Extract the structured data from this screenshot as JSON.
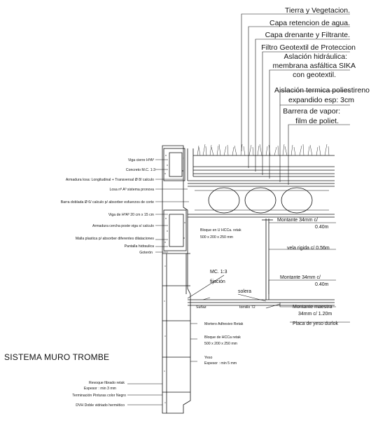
{
  "title": "SISTEMA MURO TROMBE",
  "labels_right": [
    "Tierra y Vegetacion.",
    "Capa retencion de agua.",
    "Capa drenante y Filtrante.",
    "Filtro Geotextil de Proteccion",
    "Aslación hidráulica:",
    "membrana asfáltica SIKA",
    "con geotextil.",
    "Aislación termica poliestireno",
    "expandido esp: 3cm",
    "Barrera de vapor:",
    "film de poliet."
  ],
  "labels_left": [
    "Viga cierre HºAº",
    "Concreto M.C. 1:3",
    "Armadura losa: Longitudinal + Transversal Ø 8/ calculo",
    "Losa nº Aº sistema pronova",
    "Barra doblada Ø 6/ calculo p/ absorber esfuerzos de corte",
    "Viga de HºAº 20 cm x 15 cm",
    "Armadura cercha poste viga s/ calculo",
    "Malla plastica p/ absorber diferentes dilataciones",
    "Pantalla hidraulica",
    "Goterón"
  ],
  "labels_mid": {
    "bloque_upper": [
      "Bloque en U HCCa. retak",
      "500 x 200 x 250  mm"
    ],
    "montante_1": [
      "Montante 34mm c/",
      "0.40m"
    ],
    "vela": "vela rigida c/ 0.56m",
    "mc": "MC. 1:3",
    "fijacion": "fijación",
    "solera": "solera",
    "montante_2": [
      "Montante 34mm c/",
      "0.40m"
    ],
    "sunaz": "Suñaz",
    "tornillo": "tornillo T2",
    "montante_maestra": [
      "Montante maestra",
      "34mm c/ 1.20m"
    ],
    "placa": "Placa de yeso durlok",
    "mortero": "Mortero Adhesivo Retak",
    "bloque_lower": [
      "Bloque de HCCa retak",
      "500 x 200 x 250  mm"
    ],
    "yeso": [
      "Yeso",
      "Espesor : min 5 mm"
    ],
    "revoque": [
      "Revoque fibrado retak",
      "Espesor : min 3 mm"
    ],
    "terminacion": "Terminación Pinturas color Negro",
    "dvh": "DVH Doble vidriado hermético"
  }
}
